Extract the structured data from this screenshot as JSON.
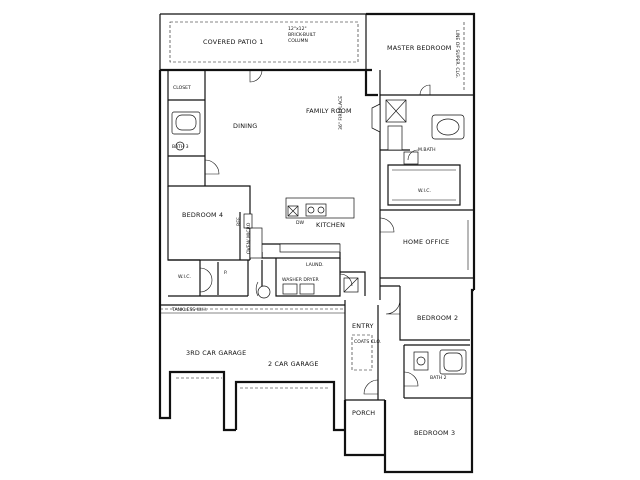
{
  "rooms": {
    "covered_patio": "COVERED PATIO  1",
    "patio_note_1": "12\"x12\"",
    "patio_note_2": "BRICK-BUILT",
    "patio_note_3": "COLUMN",
    "master_bedroom": "MASTER BEDROOM",
    "line_of_super": "LINE OF SUPER. CLG.",
    "closet": "CLOSET",
    "dining": "DINING",
    "family_room": "FAMILY ROOM",
    "fireplace": "36\" FIREPLACE",
    "bath3": "BATH 3",
    "m_bath": "M.BATH",
    "wic_master": "W.I.C.",
    "bedroom4": "BEDROOM 4",
    "dw": "DW",
    "kitchen": "KITCHEN",
    "ref": "REF.",
    "oven": "OVEN/ MICRO",
    "home_office": "HOME OFFICE",
    "wic_bed4": "W.I.C.",
    "pantry": "P.",
    "laund": "LAUND.",
    "washer_dryer": "WASHER DRYER",
    "tankless": "TANKLESS W.H.",
    "bedroom2": "BEDROOM 2",
    "entry": "ENTRY",
    "coat_closet": "COATS CLO.",
    "third_garage": "3RD CAR GARAGE",
    "two_car_garage": "2 CAR GARAGE",
    "bath2": "BATH 2",
    "porch": "PORCH",
    "bedroom3": "BEDROOM 3"
  }
}
